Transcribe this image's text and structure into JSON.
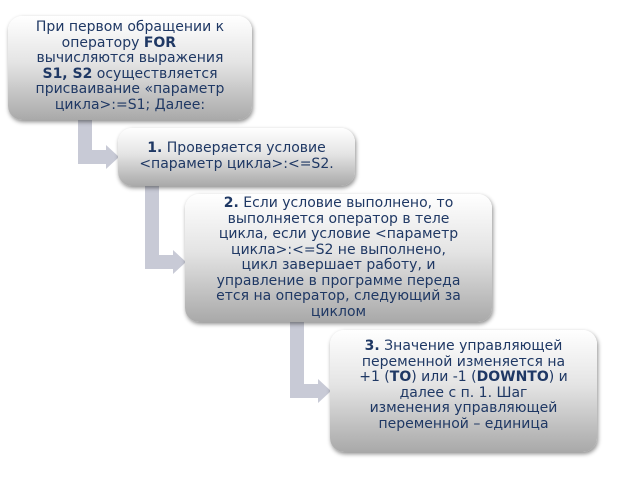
{
  "step0": {
    "l1": "При первом обращении к",
    "l2a": "оператору ",
    "l2b": "FOR",
    "l3": "вычисляются выражения",
    "l4a": "S1, S2",
    "l4b": "  осуществляется",
    "l5": "присваивание «параметр",
    "l6": "цикла>:=S1;  Далее:"
  },
  "step1": {
    "l1a": "1.",
    "l1b": " Проверяется условие",
    "l2": "<параметр цикла>:<=S2."
  },
  "step2": {
    "l1a": "2.",
    "l1b": " Если условие выполнено, то",
    "l2": "выполняется оператор в теле",
    "l3": "цикла, если условие <параметр",
    "l4": "цикла>:<=S2 не выполнено,",
    "l5": "цикл завершает работу, и",
    "l6": "управление в программе переда",
    "l7": "ется на оператор, следующий за",
    "l8": "циклом"
  },
  "step3": {
    "l1a": "3.",
    "l1b": " Значение управляющей",
    "l2": "переменной изменяется на",
    "l3a": "+1 (",
    "l3b": "TO",
    "l3c": ") или -1 (",
    "l3d": "DOWNTO",
    "l3e": ") и",
    "l4": "далее с п. 1.   Шаг",
    "l5": "изменения управляющей",
    "l6": "переменной – единица"
  },
  "colors": {
    "text": "#1f3864",
    "arrow": "#c8cad6"
  }
}
